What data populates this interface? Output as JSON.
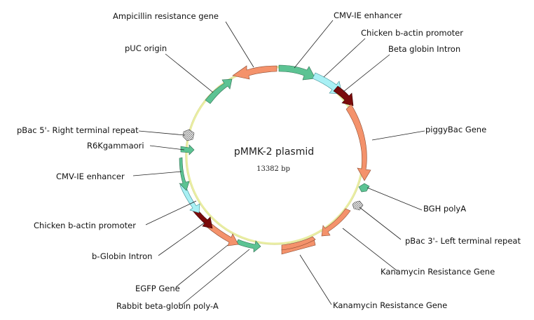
{
  "plasmid": {
    "name": "pMMK-2 plasmid",
    "size_label": "13382 bp",
    "backbone_color": "#e9eda2"
  },
  "colors": {
    "salmon": "#f4926b",
    "green": "#5cc393",
    "cyan": "#a8f0f4",
    "maroon": "#7a0a0a",
    "hatch": "#d9d9d9"
  },
  "features": [
    {
      "label": "Ampicillin resistance gene"
    },
    {
      "label": "CMV-IE enhancer"
    },
    {
      "label": "Chicken b-actin promoter"
    },
    {
      "label": "Beta globin Intron"
    },
    {
      "label": "piggyBac Gene"
    },
    {
      "label": "BGH polyA"
    },
    {
      "label": "pBac 3'- Left terminal repeat"
    },
    {
      "label": "Kanamycin Resistance Gene"
    },
    {
      "label": "Kanamycin Resistance Gene"
    },
    {
      "label": "Rabbit beta-globin poly-A"
    },
    {
      "label": "EGFP Gene"
    },
    {
      "label": "b-Globin Intron"
    },
    {
      "label": "Chicken b-actin promoter"
    },
    {
      "label": "CMV-IE enhancer"
    },
    {
      "label": "R6Kgammaori"
    },
    {
      "label": "pBac 5'- Right terminal repeat"
    },
    {
      "label": "pUC origin"
    }
  ]
}
